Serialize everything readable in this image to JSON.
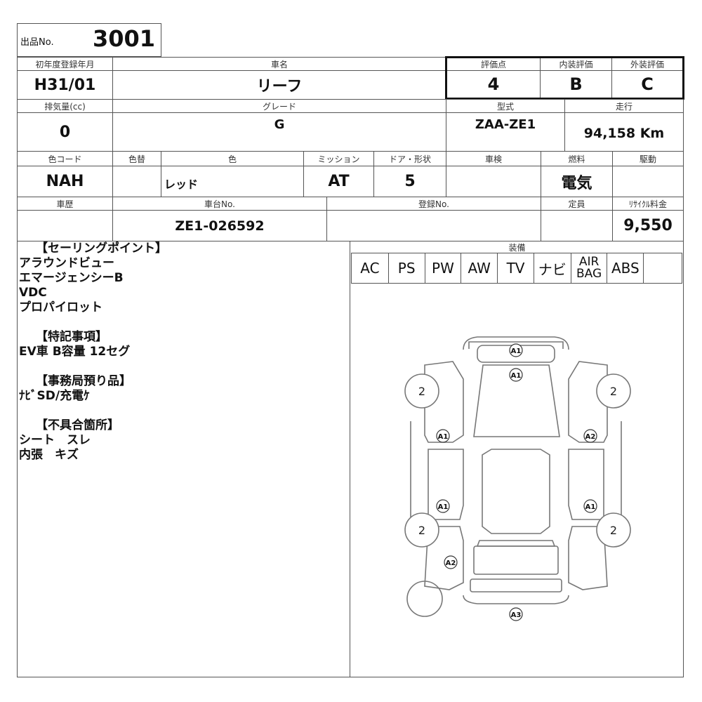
{
  "lot": {
    "label": "出品No.",
    "number": "3001"
  },
  "row1": {
    "reg_label": "初年度登録年月",
    "reg_value": "H31/01",
    "car_label": "車名",
    "car_value": "リーフ",
    "score_label": "評価点",
    "score_value": "4",
    "interior_label": "内装評価",
    "interior_value": "B",
    "exterior_label": "外装評価",
    "exterior_value": "C"
  },
  "row2": {
    "disp_label": "排気量(cc)",
    "disp_value": "0",
    "grade_label": "グレード",
    "grade_value": "G",
    "model_label": "型式",
    "model_value": "ZAA-ZE1",
    "mileage_label": "走行",
    "mileage_value": "94,158 Km"
  },
  "row3": {
    "colorcode_label": "色コード",
    "colorcode_value": "NAH",
    "repaint_label": "色替",
    "repaint_value": "",
    "color_label": "色",
    "color_value": "レッド",
    "mission_label": "ミッション",
    "mission_value": "AT",
    "door_label": "ドア・形状",
    "door_value": "5",
    "inspection_label": "車検",
    "inspection_value": "",
    "fuel_label": "燃料",
    "fuel_value": "電気",
    "drive_label": "駆動",
    "drive_value": ""
  },
  "row4": {
    "history_label": "車歴",
    "history_value": "",
    "chassis_label": "車台No.",
    "chassis_value": "ZE1-026592",
    "regno_label": "登録No.",
    "regno_value": "",
    "capacity_label": "定員",
    "capacity_value": "",
    "recycle_label": "ﾘｻｲｸﾙ料金",
    "recycle_value": "9,550"
  },
  "notes": [
    "【セーリングポイント】",
    "アラウンドビュー",
    "エマージェンシーB",
    "VDC",
    "プロパイロット",
    "",
    "【特記事項】",
    "EV車 B容量 12セグ",
    "",
    "【事務局預り品】",
    "ﾅﾋﾞSD/充電ｹ",
    "",
    "【不具合箇所】",
    "シート　スレ",
    "内張　キズ"
  ],
  "equipment": {
    "label": "装備",
    "items": [
      "AC",
      "PS",
      "PW",
      "AW",
      "TV",
      "ナビ",
      "AIR BAG",
      "ABS",
      ""
    ]
  },
  "diagram_marks": {
    "front_bumper": "A1",
    "hood": "A1",
    "left_front_door": "A1",
    "left_rear_door": "A1",
    "right_front_door": "A2",
    "right_rear_door": "A1",
    "left_rear_quarter": "A2",
    "rear_bumper": "A3",
    "wheel_front_left": "2",
    "wheel_front_right": "2",
    "wheel_rear_left": "2",
    "wheel_rear_right": "2"
  }
}
